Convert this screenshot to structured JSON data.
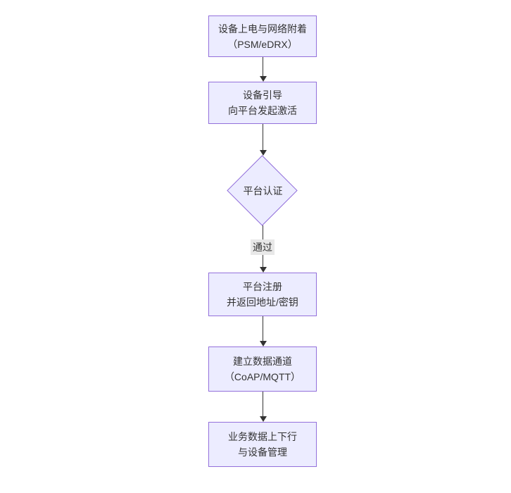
{
  "diagram": {
    "type": "flowchart-vertical",
    "background_color": "#ffffff",
    "node_fill_color": "#ECECFF",
    "node_border_color": "#9370DB",
    "arrow_color": "#333333",
    "text_color": "#333333",
    "edge_label_background": "#e8e8e8",
    "nodes": [
      {
        "id": "power-attach",
        "shape": "rect",
        "lines": [
          "设备上电与网络附着",
          "（PSM/eDRX）"
        ]
      },
      {
        "id": "bootstrap",
        "shape": "rect",
        "lines": [
          "设备引导",
          "向平台发起激活"
        ]
      },
      {
        "id": "platform-auth",
        "shape": "diamond",
        "lines": [
          "平台认证"
        ]
      },
      {
        "id": "platform-register",
        "shape": "rect",
        "lines": [
          "平台注册",
          "并返回地址/密钥"
        ]
      },
      {
        "id": "data-channel",
        "shape": "rect",
        "lines": [
          "建立数据通道",
          "（CoAP/MQTT）"
        ]
      },
      {
        "id": "business-data",
        "shape": "rect",
        "lines": [
          "业务数据上下行",
          "与设备管理"
        ]
      }
    ],
    "edges": [
      {
        "from": "power-attach",
        "to": "bootstrap",
        "label": ""
      },
      {
        "from": "bootstrap",
        "to": "platform-auth",
        "label": ""
      },
      {
        "from": "platform-auth",
        "to": "platform-register",
        "label": "通过"
      },
      {
        "from": "platform-register",
        "to": "data-channel",
        "label": ""
      },
      {
        "from": "data-channel",
        "to": "business-data",
        "label": ""
      }
    ]
  }
}
